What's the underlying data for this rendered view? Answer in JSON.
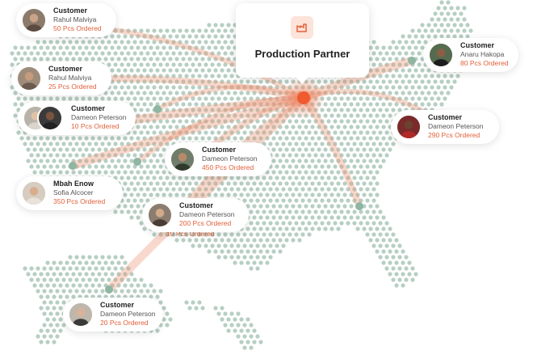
{
  "partner": {
    "label": "Production Partner",
    "icon": "factory-icon"
  },
  "colors": {
    "accent": "#e2603a",
    "dot": "#b7cfc3",
    "node": "#8fb5a3"
  },
  "customers": [
    {
      "role": "Customer",
      "name": "Rahul Malviya",
      "qty": "50 Pcs Ordered"
    },
    {
      "role": "Customer",
      "name": "Rahul Malviya",
      "qty": "25 Pcs Ordered"
    },
    {
      "role": "Customer",
      "name": "Dameon Peterson",
      "qty": "10 Pcs Ordered"
    },
    {
      "role": "Customer",
      "name": "Dameon Peterson",
      "qty": "450 Pcs Ordered"
    },
    {
      "role": "Mbah Enow",
      "name": "Sofia Alcocer",
      "qty": "350 Pcs Ordered"
    },
    {
      "role": "Customer",
      "name": "Dameon Peterson",
      "qty": "200 Pcs Ordered"
    },
    {
      "role": "Customer",
      "name": "Anaru Hakopa",
      "qty": "80 Pcs Ordered"
    },
    {
      "role": "Customer",
      "name": "Dameon Peterson",
      "qty": "290 Pcs Ordered"
    },
    {
      "role": "Customer",
      "name": "Dameon Peterson",
      "qty": "20 Pcs Ordered"
    }
  ],
  "ghost_qty": "10 Pcs Ordered"
}
